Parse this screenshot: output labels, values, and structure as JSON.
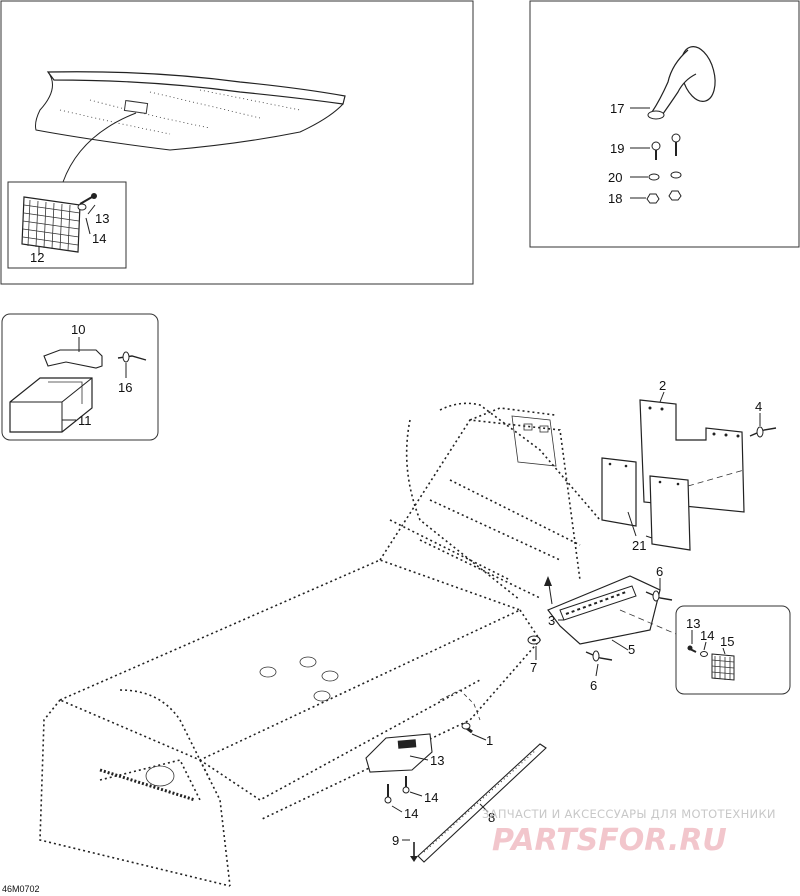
{
  "diagram": {
    "code": "46M0702",
    "watermark": {
      "subtitle": "ЗАПЧАСТИ И АКСЕССУАРЫ ДЛЯ МОТОТЕХНИКИ",
      "brand": "PARTSFOR.RU"
    },
    "callouts": {
      "c1": "1",
      "c2": "2",
      "c3": "3",
      "c4": "4",
      "c5": "5",
      "c6a": "6",
      "c6b": "6",
      "c7": "7",
      "c8": "8",
      "c9": "9",
      "c10": "10",
      "c11": "11",
      "c12": "12",
      "c13a": "13",
      "c14a": "14",
      "c13b": "13",
      "c14b": "14",
      "c15": "15",
      "c13c": "13",
      "c14c": "14",
      "c16": "16",
      "c17": "17",
      "c18": "18",
      "c19": "19",
      "c20": "20",
      "c21": "21"
    }
  }
}
